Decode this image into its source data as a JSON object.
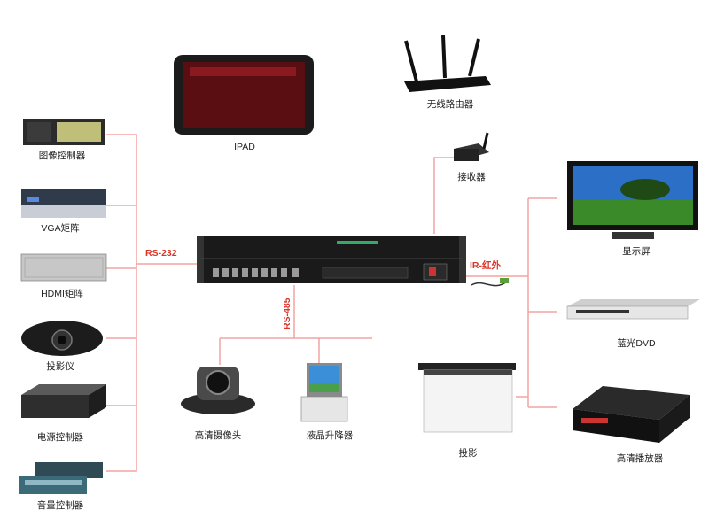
{
  "devices": {
    "image_controller": "图像控制器",
    "vga_matrix": "VGA矩阵",
    "hdmi_matrix": "HDMI矩阵",
    "projector": "投影仪",
    "power_controller": "电源控制器",
    "volume_controller": "音量控制器",
    "ipad": "IPAD",
    "router": "无线路由器",
    "receiver": "接收器",
    "hd_camera": "高清摄像头",
    "lcd_lift": "液晶升降器",
    "screen": "投影",
    "display": "显示屏",
    "bluray": "蓝光DVD",
    "hd_player": "高清播放器"
  },
  "links": {
    "rs232": "RS-232",
    "rs485": "RS-485",
    "ir": "IR-红外"
  },
  "colors": {
    "line": "#f4a3a3",
    "label_red": "#d9362b"
  }
}
